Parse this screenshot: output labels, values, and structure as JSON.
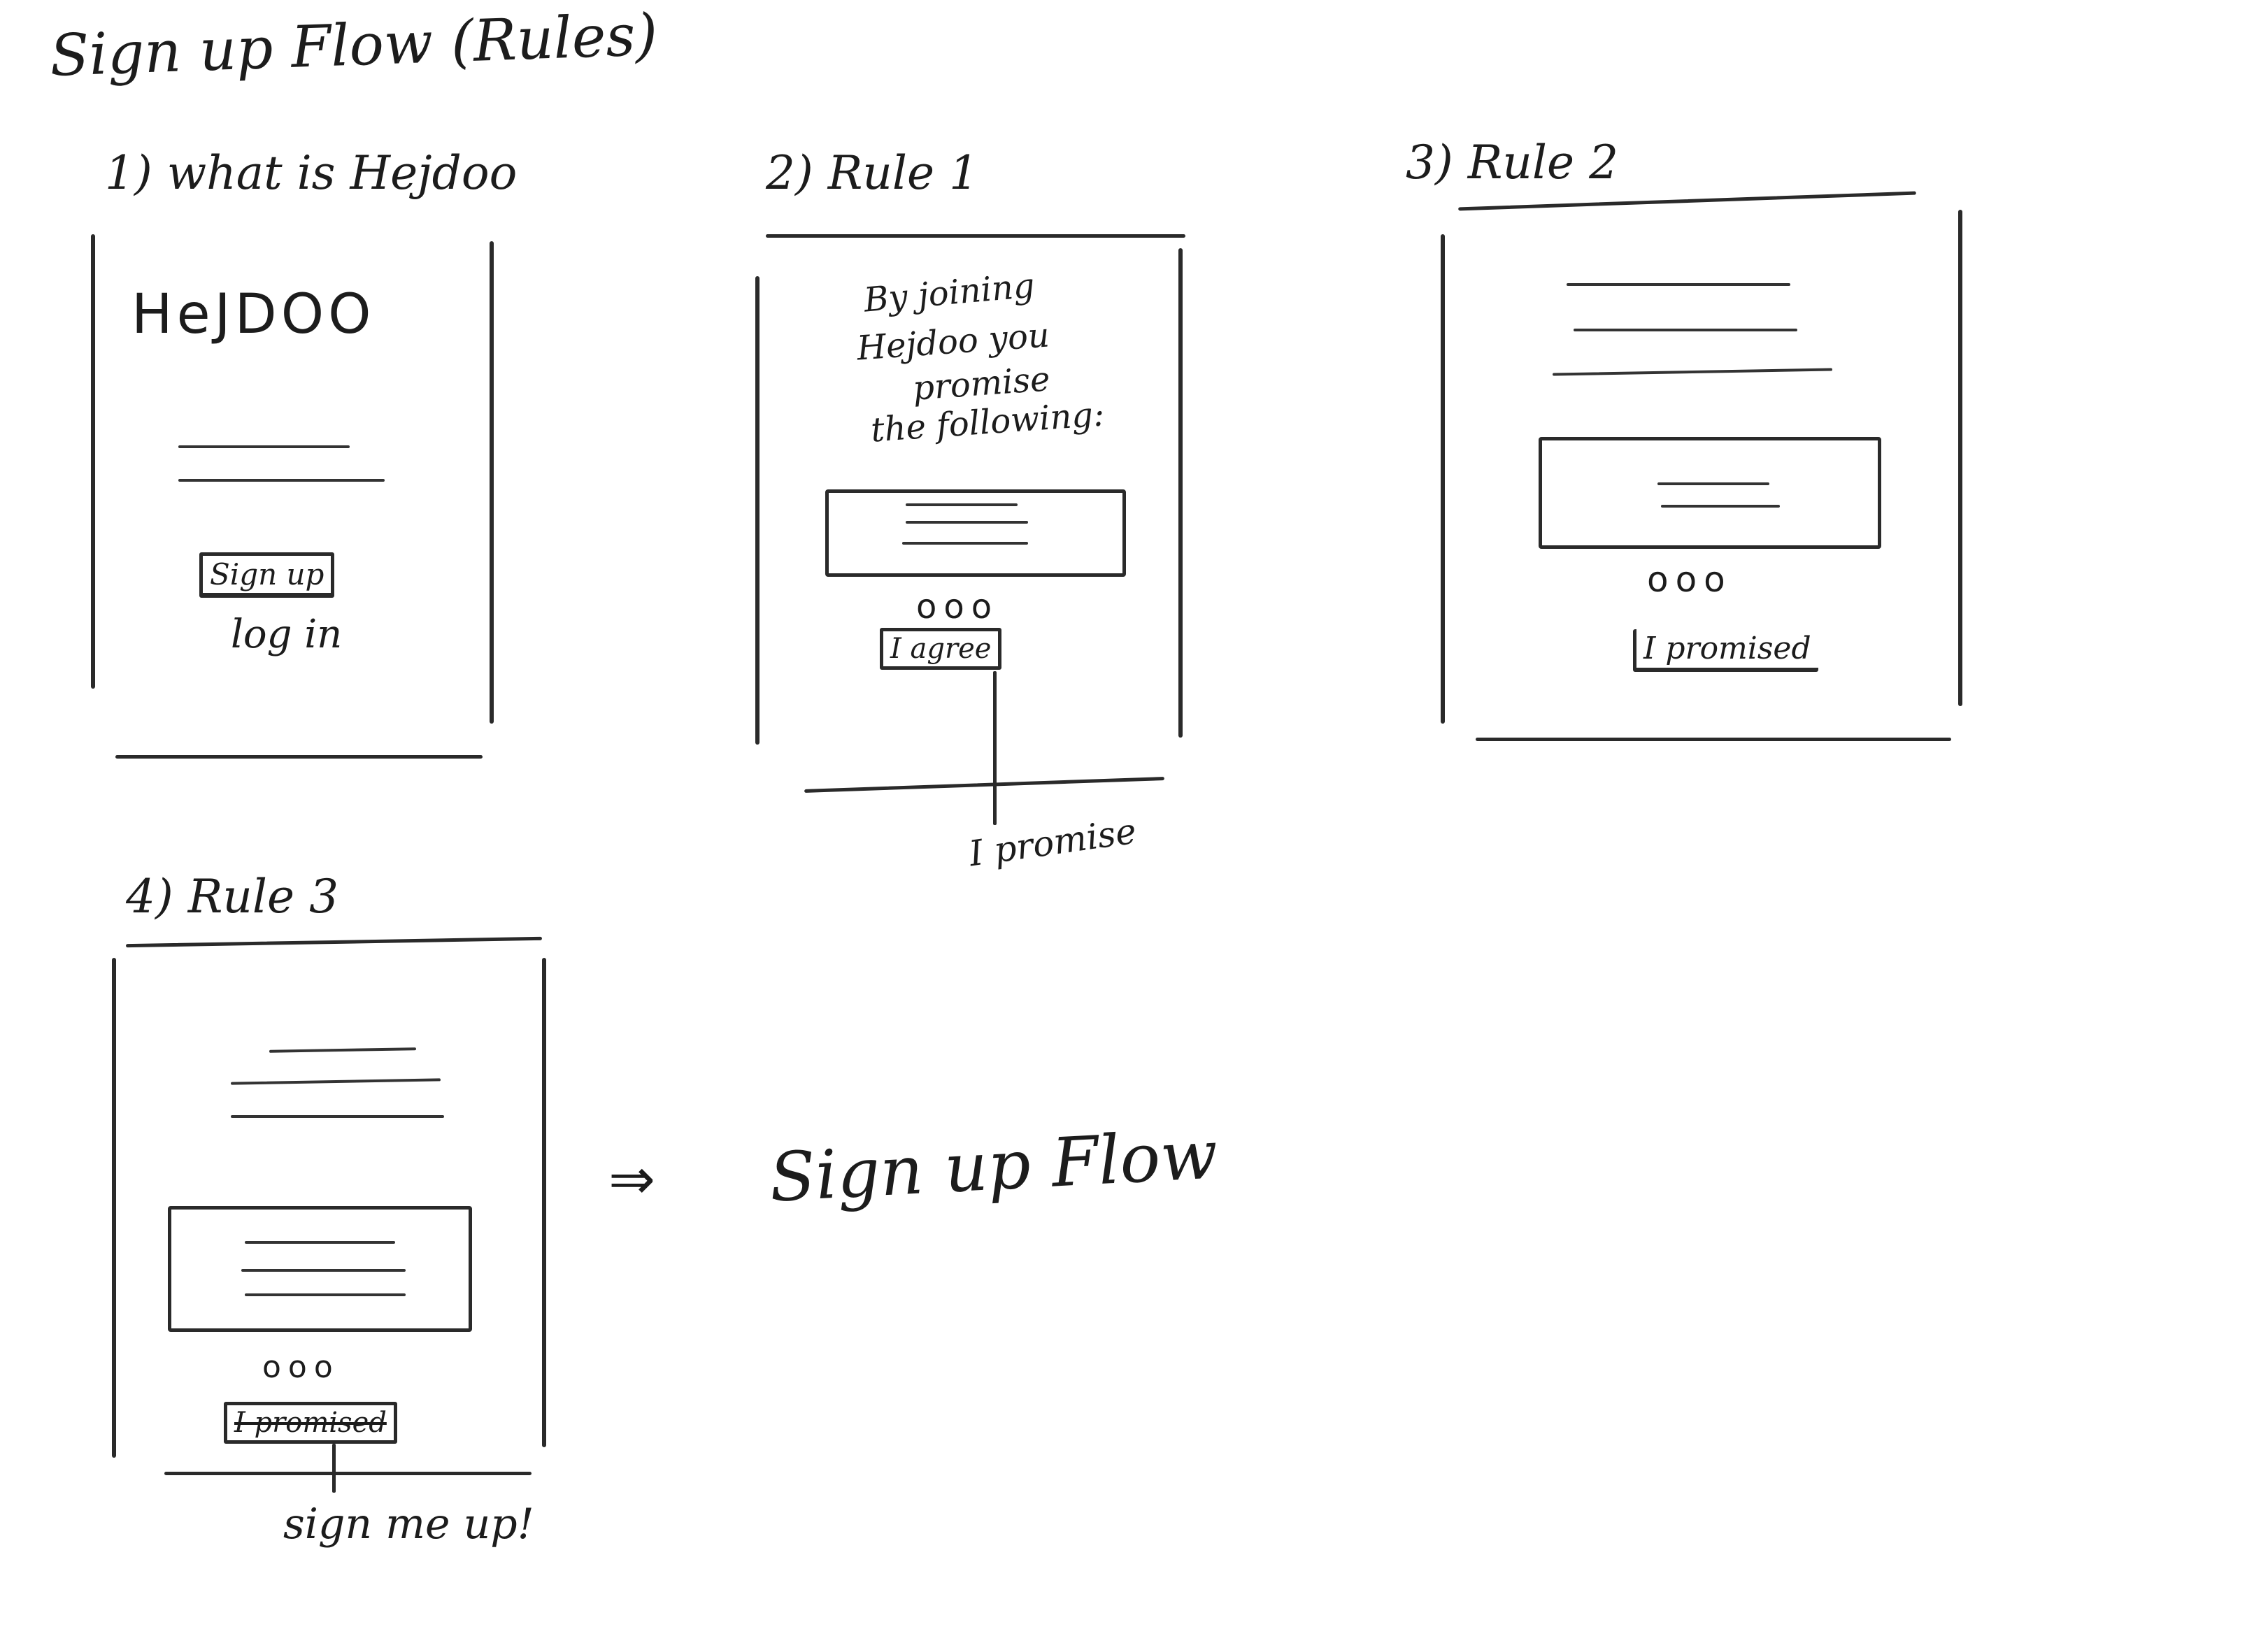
{
  "page": {
    "title": "Sign up Flow (Rules)",
    "arrow_symbol": "⇒",
    "destination": "Sign up Flow"
  },
  "frames": [
    {
      "label": "1) what is Hejdoo",
      "brand": "HeJDOO",
      "buttons": [
        "Sign up"
      ],
      "links": [
        "log in"
      ]
    },
    {
      "label": "2) Rule 1",
      "intro": [
        "By joining",
        "Hejdoo you",
        "promise",
        "the following:"
      ],
      "pager": "ooo",
      "button": "I agree",
      "annotation": "I promise"
    },
    {
      "label": "3) Rule 2",
      "pager": "ooo",
      "button": "I promised"
    },
    {
      "label": "4) Rule 3",
      "pager": "ooo",
      "button": "I promised",
      "annotation": "sign me up!"
    }
  ],
  "icons": {
    "arrow": "double-right-arrow-icon"
  }
}
